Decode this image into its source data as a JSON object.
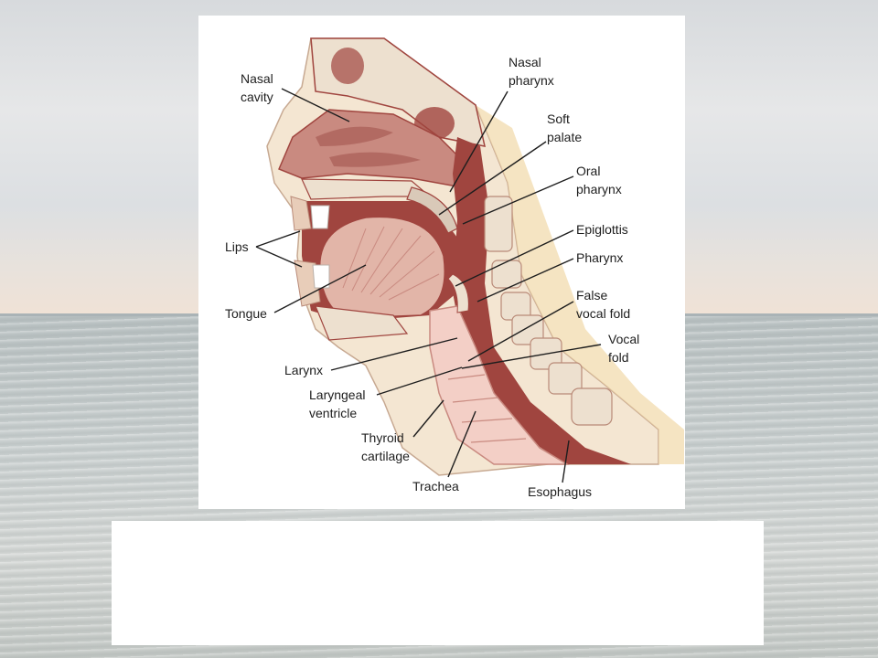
{
  "labels": {
    "nasal_cavity": [
      "Nasal",
      "cavity"
    ],
    "nasal_pharynx": [
      "Nasal",
      "pharynx"
    ],
    "soft_palate": [
      "Soft",
      "palate"
    ],
    "oral_pharynx": [
      "Oral",
      "pharynx"
    ],
    "epiglottis": "Epiglottis",
    "pharynx": "Pharynx",
    "false_vocal_fold": [
      "False",
      "vocal fold"
    ],
    "vocal_fold": [
      "Vocal",
      "fold"
    ],
    "lips": "Lips",
    "tongue": "Tongue",
    "larynx": "Larynx",
    "laryngeal_ventricle": [
      "Laryngeal",
      "ventricle"
    ],
    "thyroid_cartilage": [
      "Thyroid",
      "cartilage"
    ],
    "trachea": "Trachea",
    "esophagus": "Esophagus"
  },
  "colors": {
    "tissue": "#c98a80",
    "tissue_dark": "#a0453f",
    "tongue": "#e2b5a8",
    "bone": "#ede0cf",
    "skin": "#f4e6d2",
    "airway": "#f3cfc6"
  }
}
